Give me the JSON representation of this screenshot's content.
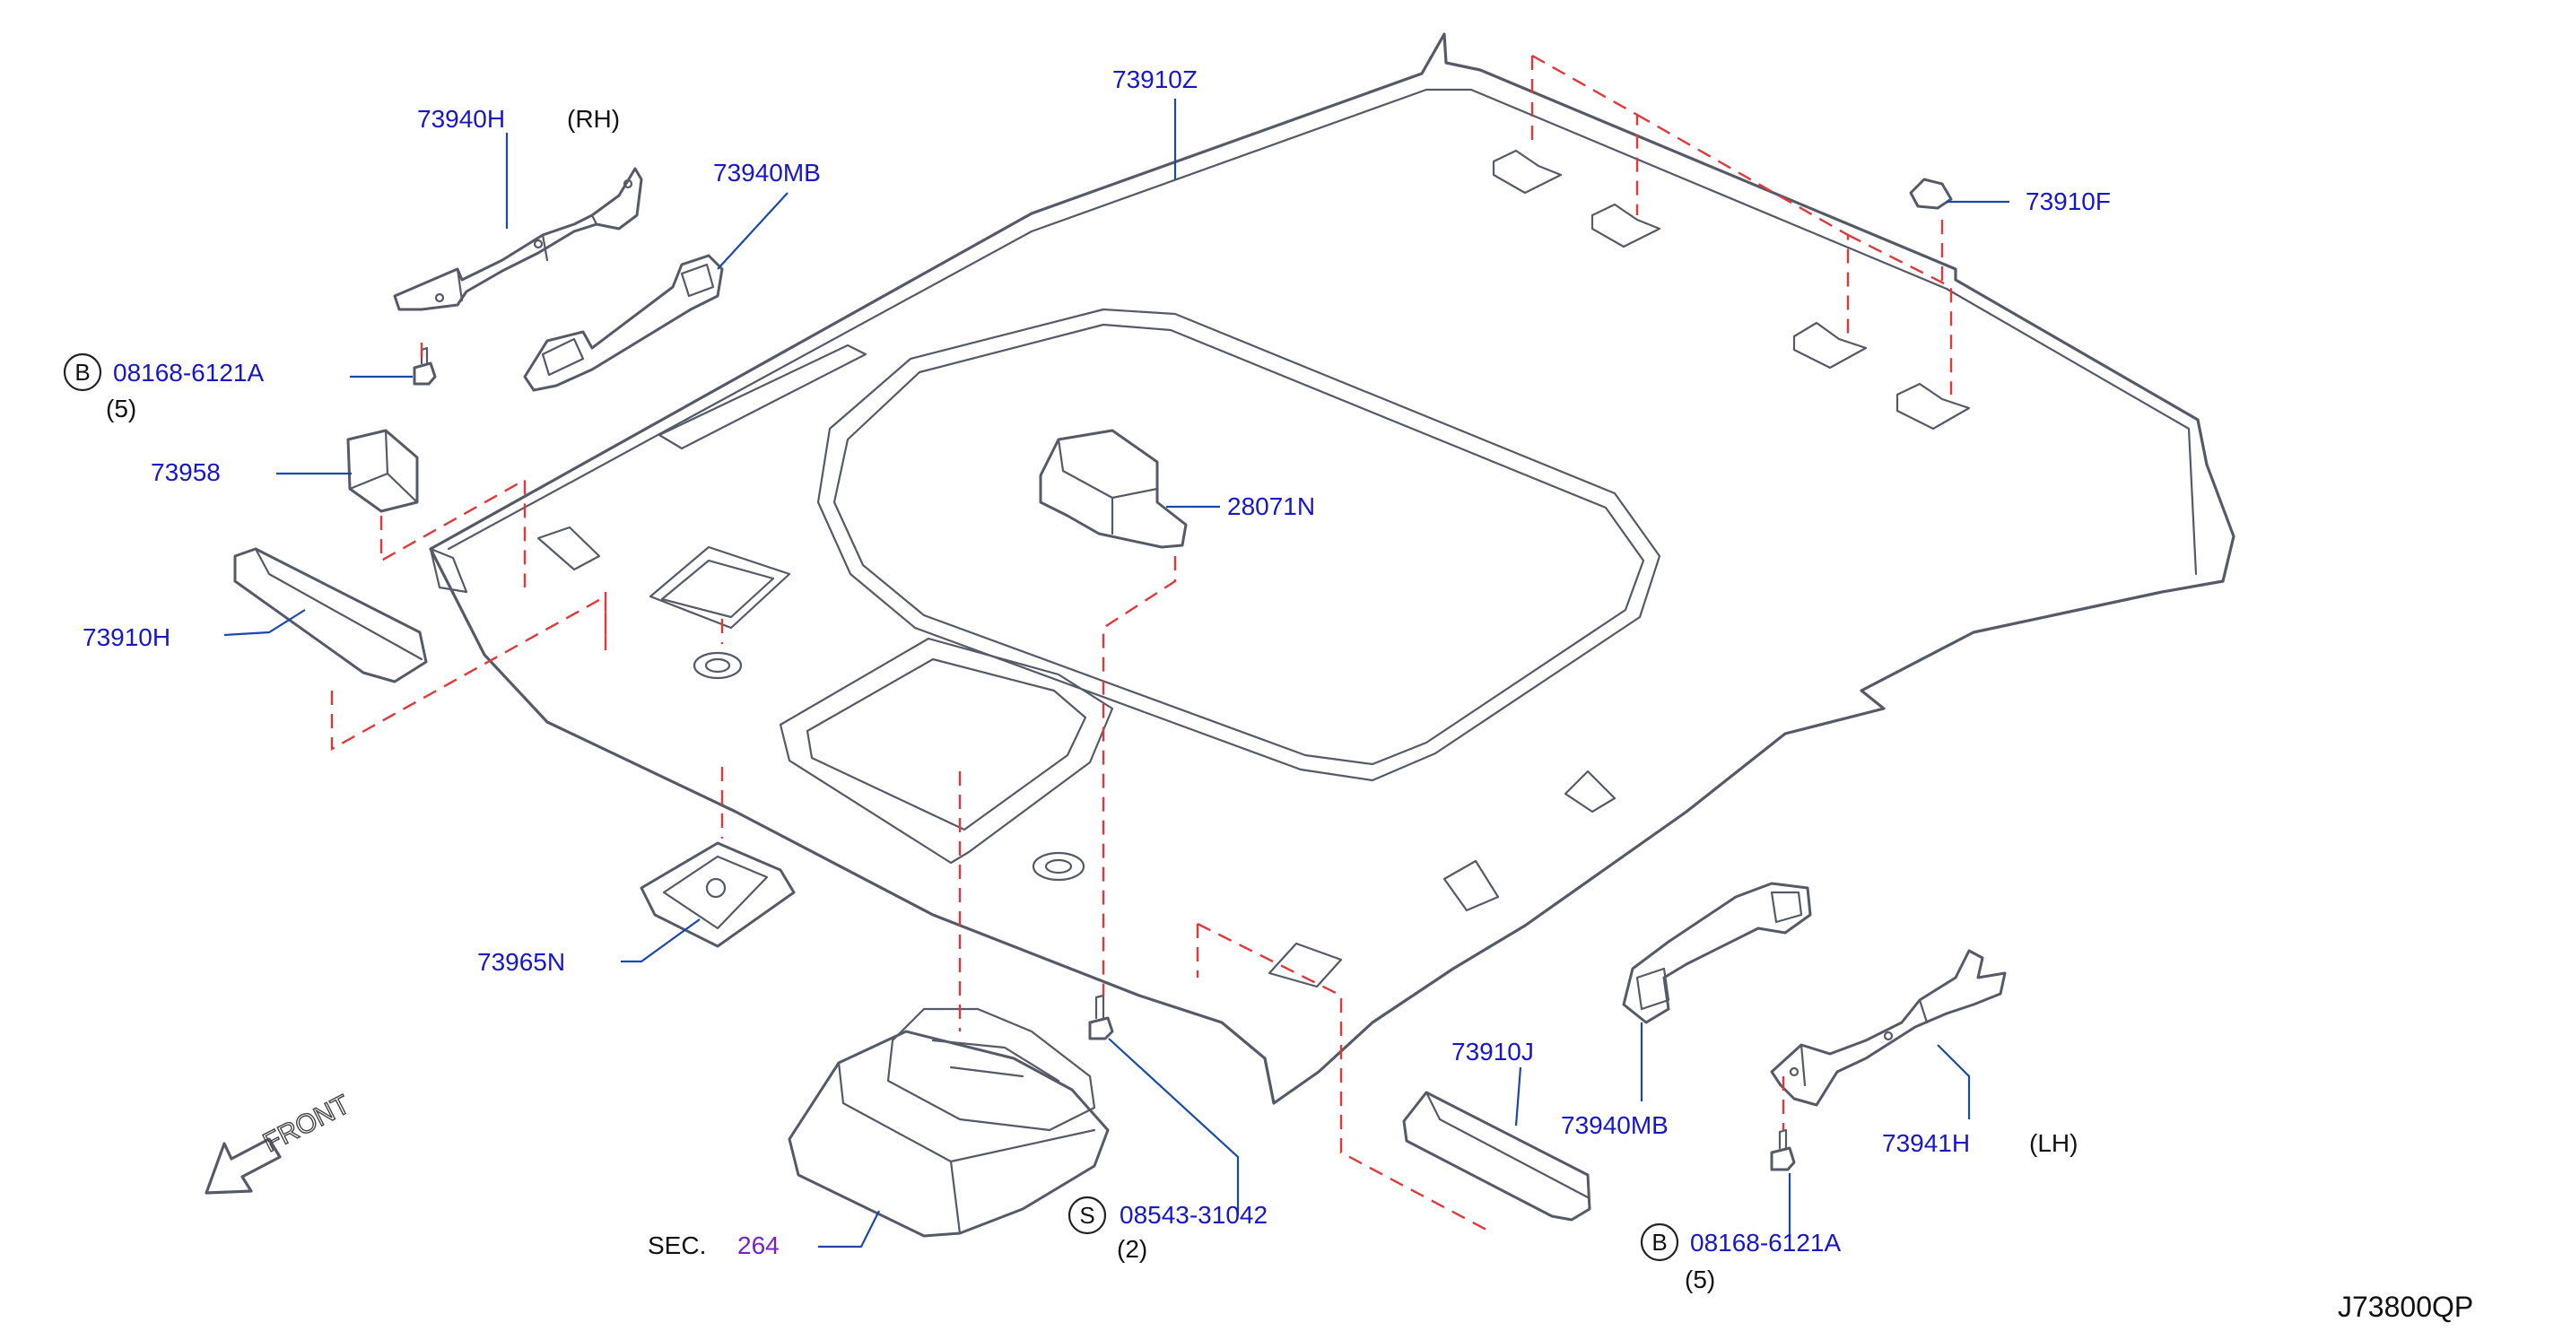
{
  "labels": {
    "headlining": "73910Z",
    "handle_bracket_rh": "73940H",
    "rh": "(RH)",
    "assist_grip_rh": "73940MB",
    "bolt_rh_code": "08168-6121A",
    "bolt_rh_qty": "(5)",
    "spacer": "73958",
    "clip": "73910F",
    "sensor": "28071N",
    "pad_rh": "73910H",
    "cover": "73965N",
    "sec_prefix": "SEC.",
    "sec_number": "264",
    "screw_code": "08543-31042",
    "screw_qty": "(2)",
    "pad_lh": "73910J",
    "assist_grip_lh": "73940MB",
    "handle_bracket_lh": "73941H",
    "lh": "(LH)",
    "bolt_lh_code": "08168-6121A",
    "bolt_lh_qty": "(5)",
    "front": "FRONT",
    "symbol_b": "B",
    "symbol_s": "S",
    "diagram_code": "J73800QP"
  },
  "colors": {
    "part_number": "#1717c8",
    "section_ref": "#7a20c8",
    "dash_line": "#e0393b",
    "outline": "#555a66"
  }
}
